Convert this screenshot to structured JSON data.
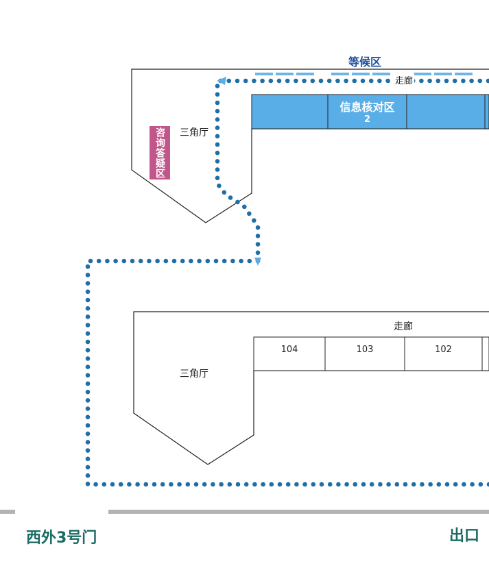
{
  "upper_block": {
    "waiting_area": "等候区",
    "corridor": "走廊",
    "triangle_hall": "三角厅",
    "consult_area": "咨询答疑区",
    "info_check_title": "信息核对区",
    "info_check_number": "2"
  },
  "lower_block": {
    "corridor": "走廊",
    "triangle_hall": "三角厅",
    "rooms": [
      "104",
      "103",
      "102"
    ]
  },
  "exits": {
    "west_gate": "西外3号门",
    "exit": "出口"
  },
  "colors": {
    "route_dots": "#1f6fa6",
    "info_check_fill": "#5aaee8",
    "waiting_dash": "#6fb4e6",
    "consult_fill": "#c0568a",
    "gate_text": "#1a6b63",
    "ground_line": "#b3b3b3"
  }
}
